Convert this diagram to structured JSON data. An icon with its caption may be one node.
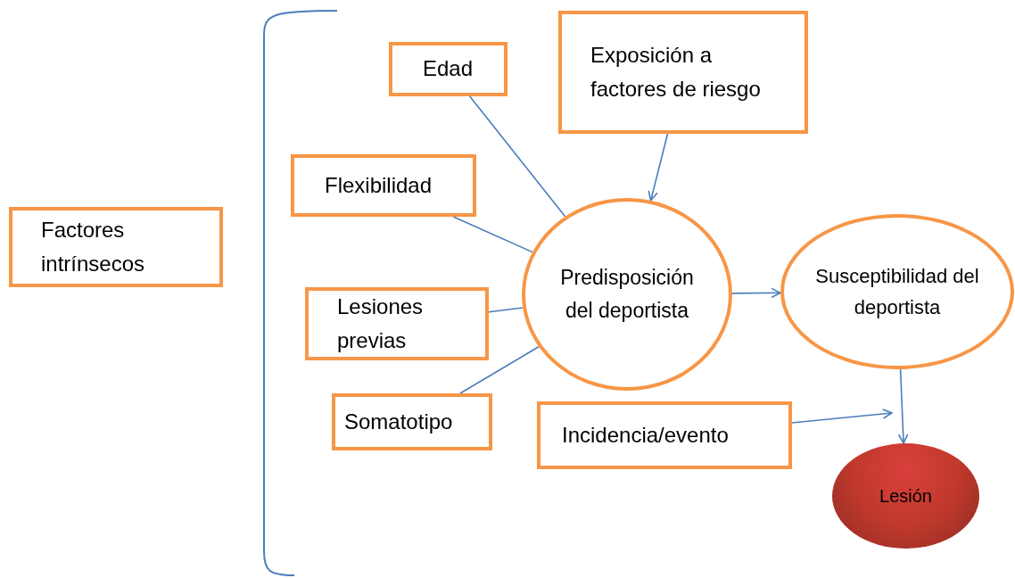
{
  "diagram": {
    "nodes": [
      {
        "text": [
          "Factores intrínsecos"
        ]
      },
      {
        "text": [
          "Edad"
        ]
      },
      {
        "text": [
          "Exposición a factores de riesgo"
        ]
      },
      {
        "text": [
          "Flexibilidad"
        ]
      },
      {
        "text": [
          "Predisposición del deportista"
        ]
      },
      {
        "text": [
          "Susceptibilidad del deportista"
        ]
      },
      {
        "text": [
          "Lesiones previas"
        ]
      },
      {
        "text": [
          "Somatotipo"
        ]
      },
      {
        "text": [
          "Incidencia/evento"
        ]
      },
      {
        "text": [
          "Lesión"
        ]
      }
    ],
    "edges": [
      {
        "from": 1,
        "to": 4,
        "arrow": "none"
      },
      {
        "from": 2,
        "to": 4,
        "arrow": "to"
      },
      {
        "from": 3,
        "to": 4,
        "arrow": "none"
      },
      {
        "from": 6,
        "to": 4,
        "arrow": "none"
      },
      {
        "from": 7,
        "to": 4,
        "arrow": "none"
      },
      {
        "from": 4,
        "to": 5,
        "arrow": "to"
      },
      {
        "from": 5,
        "to": 9,
        "arrow": "to"
      },
      {
        "from": 8,
        "to": null,
        "arrow": "to"
      }
    ]
  }
}
